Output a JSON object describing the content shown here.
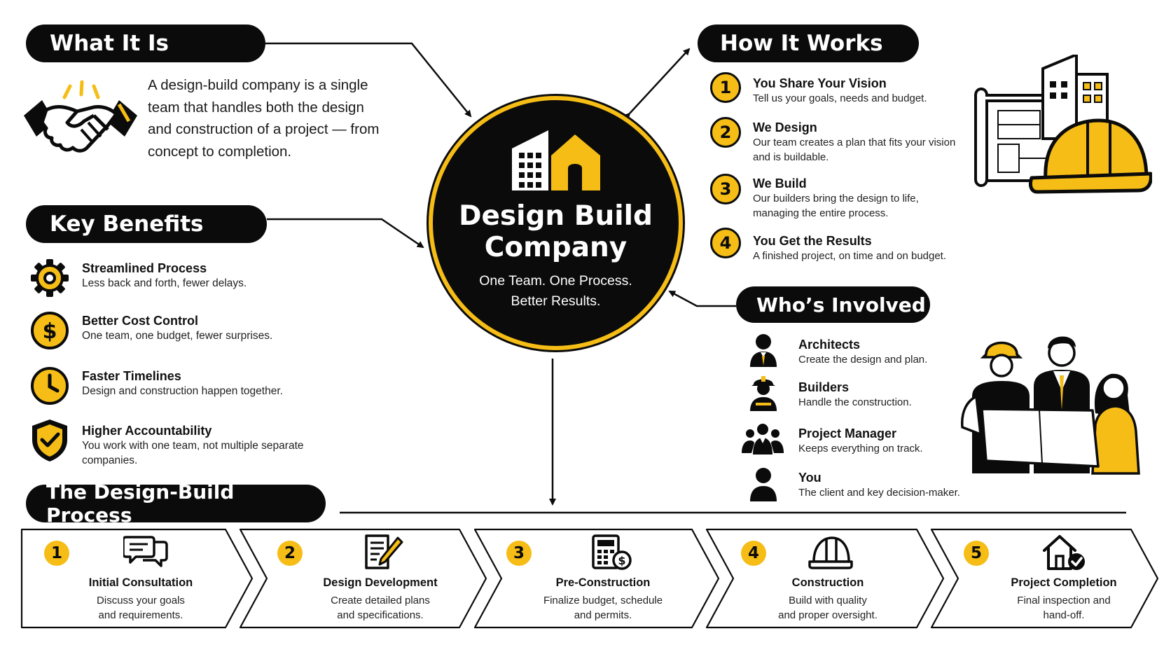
{
  "what_it_is": {
    "heading": "What It Is",
    "description": "A design-build company is a single team that handles both the design and construction of a project — from concept to completion."
  },
  "key_benefits": {
    "heading": "Key Benefits",
    "items": [
      {
        "title": "Streamlined Process",
        "desc": "Less back and forth, fewer delays.",
        "icon": "gear-icon"
      },
      {
        "title": "Better Cost Control",
        "desc": "One team, one budget, fewer surprises.",
        "icon": "dollar-icon"
      },
      {
        "title": "Faster Timelines",
        "desc": "Design and construction happen together.",
        "icon": "clock-icon"
      },
      {
        "title": "Higher Accountability",
        "desc": "You work with one team, not multiple separate companies.",
        "icon": "shield-check-icon"
      }
    ]
  },
  "center": {
    "title_line1": "Design Build",
    "title_line2": "Company",
    "tagline_line1": "One Team. One Process.",
    "tagline_line2": "Better Results."
  },
  "how_it_works": {
    "heading": "How It Works",
    "steps": [
      {
        "num": "1",
        "title": "You Share Your Vision",
        "desc": "Tell us your goals, needs and budget."
      },
      {
        "num": "2",
        "title": "We Design",
        "desc": "Our team creates a plan that fits your vision and is buildable."
      },
      {
        "num": "3",
        "title": "We Build",
        "desc": "Our builders bring the design to life, managing the entire process."
      },
      {
        "num": "4",
        "title": "You Get the Results",
        "desc": "A finished project, on time and on budget."
      }
    ]
  },
  "whos_involved": {
    "heading": "Who’s Involved",
    "roles": [
      {
        "title": "Architects",
        "desc": "Create the design and plan.",
        "icon": "architect-icon"
      },
      {
        "title": "Builders",
        "desc": "Handle the construction.",
        "icon": "builder-icon"
      },
      {
        "title": "Project Manager",
        "desc": "Keeps everything on track.",
        "icon": "team-icon"
      },
      {
        "title": "You",
        "desc": "The client and key decision-maker.",
        "icon": "person-icon"
      }
    ]
  },
  "process": {
    "heading": "The Design-Build Process",
    "steps": [
      {
        "num": "1",
        "title": "Initial Consultation",
        "desc_line1": "Discuss your goals",
        "desc_line2": "and requirements.",
        "icon": "chat-icon"
      },
      {
        "num": "2",
        "title": "Design Development",
        "desc_line1": "Create detailed plans",
        "desc_line2": "and specifications.",
        "icon": "document-pen-icon"
      },
      {
        "num": "3",
        "title": "Pre-Construction",
        "desc_line1": "Finalize budget, schedule",
        "desc_line2": "and permits.",
        "icon": "calculator-icon"
      },
      {
        "num": "4",
        "title": "Construction",
        "desc_line1": "Build with quality",
        "desc_line2": "and proper oversight.",
        "icon": "hard-hat-icon"
      },
      {
        "num": "5",
        "title": "Project Completion",
        "desc_line1": "Final inspection and",
        "desc_line2": "hand-off.",
        "icon": "house-check-icon"
      }
    ]
  },
  "colors": {
    "accent": "#f5bd16",
    "dark": "#0b0b0b",
    "background": "#ffffff"
  }
}
